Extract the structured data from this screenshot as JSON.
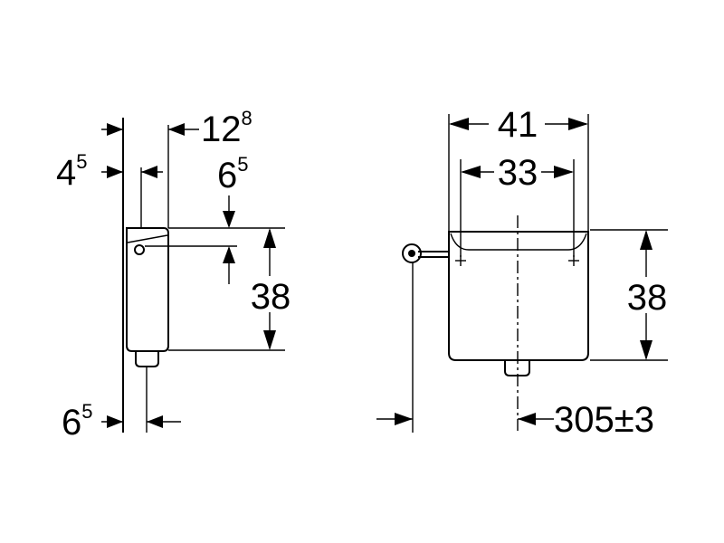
{
  "side_view": {
    "dim_top_offset": {
      "base": "12",
      "exp": "8"
    },
    "dim_wall_gap": {
      "base": "4",
      "exp": "5"
    },
    "dim_inlet_height": {
      "base": "6",
      "exp": "5"
    },
    "dim_height": "38",
    "dim_bottom_offset": {
      "base": "6",
      "exp": "5"
    }
  },
  "front_view": {
    "dim_width_outer": "41",
    "dim_width_inner": "33",
    "dim_height": "38",
    "dim_outlet_offset": "305±3"
  },
  "colors": {
    "line": "#000000",
    "background": "#ffffff"
  }
}
